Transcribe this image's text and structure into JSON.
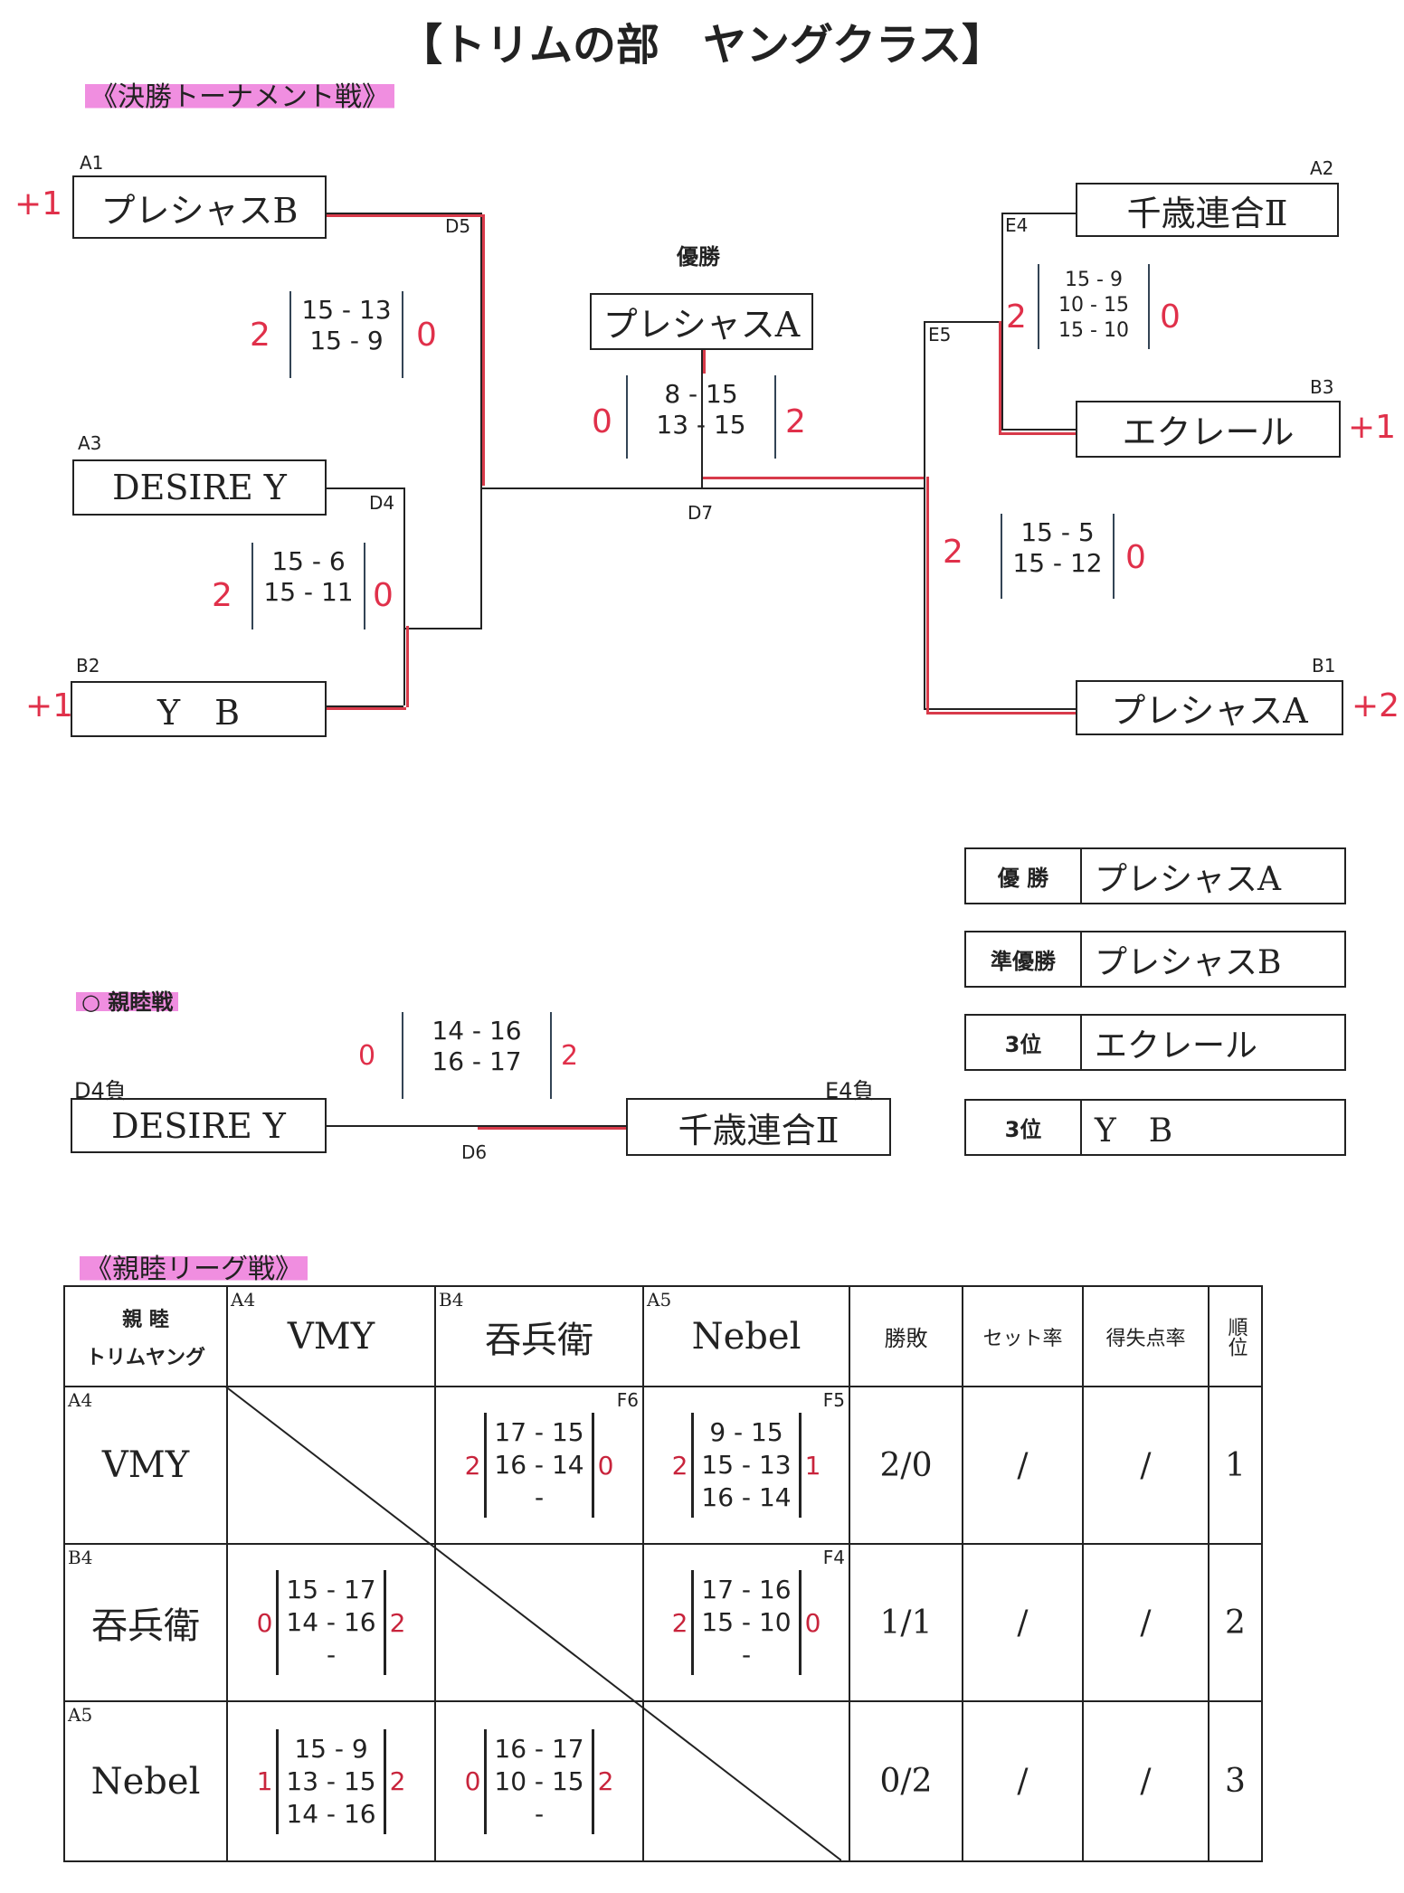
{
  "title": "【トリムの部　ヤングクラス】",
  "tournament": {
    "heading": "《決勝トーナメント戦》",
    "champion_label": "優勝",
    "champion": "プレシャスA",
    "teams": [
      {
        "seed": "A1",
        "name": "プレシャスB",
        "bonus": "+1"
      },
      {
        "seed": "A3",
        "name": "DESIRE Y"
      },
      {
        "seed": "B2",
        "name": "Y　B",
        "bonus": "+1"
      },
      {
        "seed": "A2",
        "name": "千歳連合Ⅱ"
      },
      {
        "seed": "B3",
        "name": "エクレール",
        "bonus": "+1"
      },
      {
        "seed": "B1",
        "name": "プレシャスA",
        "bonus": "+2"
      }
    ],
    "matches": [
      {
        "id": "D5",
        "scores": [
          "15 - 13",
          "15 - 9",
          "-"
        ],
        "left": "2",
        "right": "0"
      },
      {
        "id": "D4",
        "scores": [
          "15 - 6",
          "15 - 11",
          "-"
        ],
        "left": "2",
        "right": "0"
      },
      {
        "id": "D7",
        "scores": [
          "8 - 15",
          "13 - 15",
          "-"
        ],
        "left": "0",
        "right": "2"
      },
      {
        "id": "E4",
        "scores": [
          "15 - 9",
          "10 - 15",
          "15 - 10"
        ],
        "left": "2",
        "right": "0"
      },
      {
        "id": "E5",
        "scores": [
          "15 - 5",
          "15 - 12",
          "-"
        ],
        "left": "2",
        "right": "0"
      }
    ],
    "e5_label": "E5"
  },
  "results": [
    {
      "rank": "優 勝",
      "team": "プレシャスA"
    },
    {
      "rank": "準優勝",
      "team": "プレシャスB"
    },
    {
      "rank": "3位",
      "team": "エクレール"
    },
    {
      "rank": "3位",
      "team": "Y　B"
    }
  ],
  "friendly": {
    "heading": "○ 親睦戦",
    "left_label": "D4負",
    "left_team": "DESIRE Y",
    "right_label": "E4負",
    "right_team": "千歳連合Ⅱ",
    "match_id": "D6",
    "scores": [
      "14 - 16",
      "16 - 17",
      "-"
    ],
    "left": "0",
    "right": "2"
  },
  "league": {
    "heading": "《親睦リーグ戦》",
    "corner": [
      "親 睦",
      "トリムヤング"
    ],
    "columns": [
      {
        "seed": "A4",
        "name": "VMY"
      },
      {
        "seed": "B4",
        "name": "吞兵衛"
      },
      {
        "seed": "A5",
        "name": "Nebel"
      }
    ],
    "stat_headers": [
      "勝敗",
      "セット率",
      "得失点率",
      "順位"
    ],
    "rows": [
      {
        "seed": "A4",
        "name": "VMY",
        "cells": [
          null,
          {
            "id": "F6",
            "scores": [
              "17 - 15",
              "16 - 14",
              "-"
            ],
            "left": "2",
            "right": "0"
          },
          {
            "id": "F5",
            "scores": [
              "9 - 15",
              "15 - 13",
              "16 - 14"
            ],
            "left": "2",
            "right": "1"
          }
        ],
        "winloss": "2/0",
        "set": "/",
        "point": "/",
        "rank": "1"
      },
      {
        "seed": "B4",
        "name": "吞兵衛",
        "cells": [
          {
            "scores": [
              "15 - 17",
              "14 - 16",
              "-"
            ],
            "left": "0",
            "right": "2"
          },
          null,
          {
            "id": "F4",
            "scores": [
              "17 - 16",
              "15 - 10",
              "-"
            ],
            "left": "2",
            "right": "0"
          }
        ],
        "winloss": "1/1",
        "set": "/",
        "point": "/",
        "rank": "2"
      },
      {
        "seed": "A5",
        "name": "Nebel",
        "cells": [
          {
            "scores": [
              "15 - 9",
              "13 - 15",
              "14 - 16"
            ],
            "left": "1",
            "right": "2"
          },
          {
            "scores": [
              "16 - 17",
              "10 - 15",
              "-"
            ],
            "left": "0",
            "right": "2"
          },
          null
        ],
        "winloss": "0/2",
        "set": "/",
        "point": "/",
        "rank": "3"
      }
    ]
  }
}
